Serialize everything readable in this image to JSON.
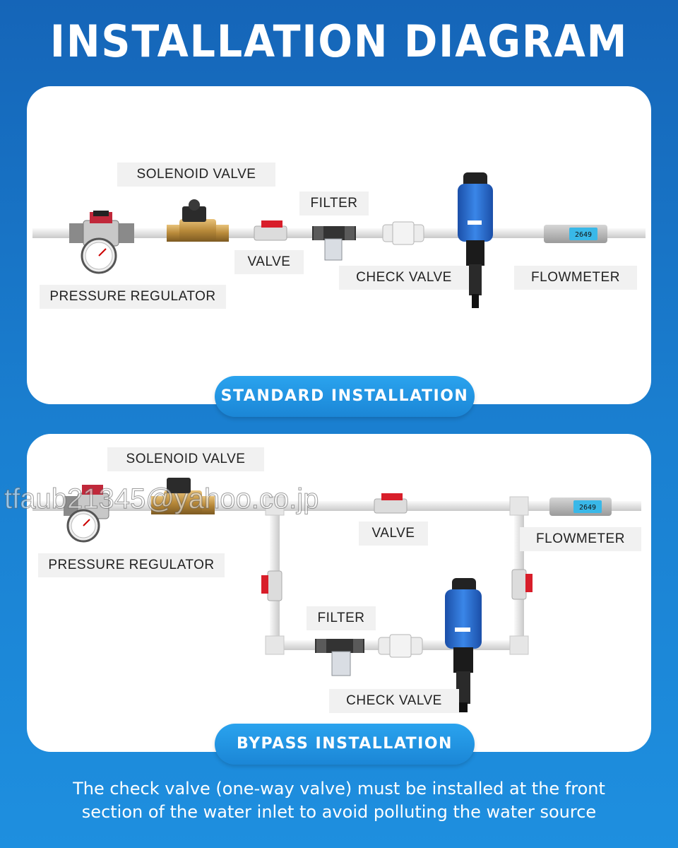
{
  "title": "INSTALLATION DIAGRAM",
  "standard": {
    "labels": {
      "solenoid": "SOLENOID VALVE",
      "filter": "FILTER",
      "valve": "VALVE",
      "check": "CHECK VALVE",
      "flowmeter": "FLOWMETER",
      "pressure": "PRESSURE REGULATOR"
    },
    "caption": "STANDARD INSTALLATION"
  },
  "bypass": {
    "labels": {
      "solenoid": "SOLENOID VALVE",
      "valve": "VALVE",
      "flowmeter": "FLOWMETER",
      "pressure": "PRESSURE REGULATOR",
      "filter": "FILTER",
      "check": "CHECK VALVE"
    },
    "caption": "BYPASS INSTALLATION"
  },
  "flowmeter_display": "2649",
  "watermark": "tfaub21345@yahoo.co.jp",
  "note": {
    "line1": "The check valve (one-way valve) must be installed at the front",
    "line2": "section of the water inlet to avoid polluting the water source"
  },
  "colors": {
    "background": "#1a7fd0",
    "accent": "#1b86d6",
    "pipe": "#e6e6e6",
    "valve_handle": "#d81e2a",
    "dispenser": "#1f66c9"
  }
}
